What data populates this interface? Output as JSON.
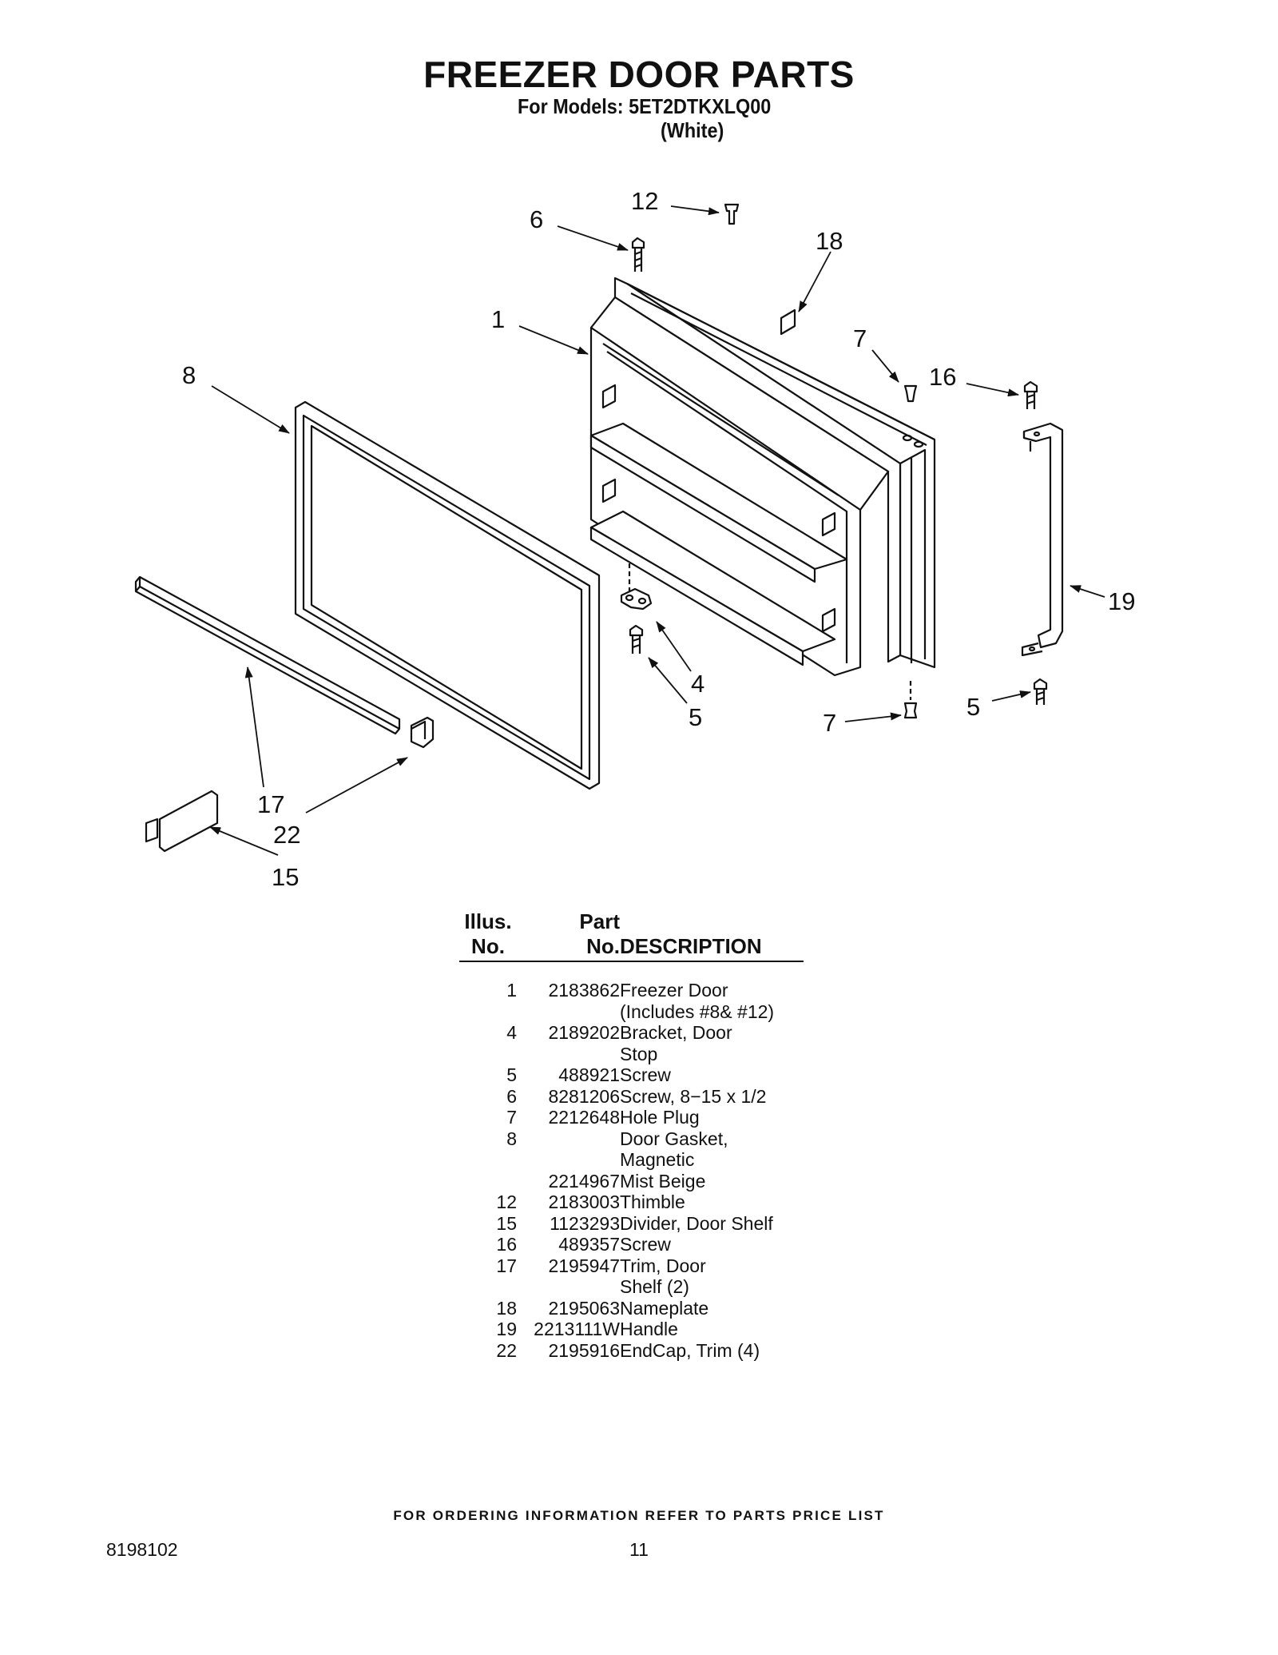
{
  "header": {
    "title": "FREEZER DOOR PARTS",
    "models_line": "For Models: 5ET2DTKXLQ00",
    "color_line": "(White)"
  },
  "diagram": {
    "callouts": [
      "12",
      "6",
      "18",
      "1",
      "7",
      "16",
      "8",
      "19",
      "4",
      "5",
      "7",
      "5",
      "17",
      "22",
      "15"
    ]
  },
  "table": {
    "headers": {
      "illus_top": "Illus.",
      "illus_bottom": "No.",
      "part_top": "Part",
      "part_bottom": "No.",
      "description": "DESCRIPTION"
    },
    "rows": [
      {
        "illus": "1",
        "part": "2183862",
        "desc": "Freezer Door"
      },
      {
        "illus": "",
        "part": "",
        "desc": "(Includes #8& #12)"
      },
      {
        "illus": "4",
        "part": "2189202",
        "desc": "Bracket, Door"
      },
      {
        "illus": "",
        "part": "",
        "desc": "Stop"
      },
      {
        "illus": "5",
        "part": "488921",
        "desc": "Screw"
      },
      {
        "illus": "6",
        "part": "8281206",
        "desc": "Screw, 8−15 x 1/2"
      },
      {
        "illus": "7",
        "part": "2212648",
        "desc": "Hole Plug"
      },
      {
        "illus": "8",
        "part": "",
        "desc": "Door Gasket,"
      },
      {
        "illus": "",
        "part": "",
        "desc": "Magnetic"
      },
      {
        "illus": "",
        "part": "2214967",
        "desc": "Mist Beige"
      },
      {
        "illus": "12",
        "part": "2183003",
        "desc": "Thimble"
      },
      {
        "illus": "15",
        "part": "1123293",
        "desc": "Divider, Door Shelf"
      },
      {
        "illus": "16",
        "part": "489357",
        "desc": "Screw"
      },
      {
        "illus": "17",
        "part": "2195947",
        "desc": "Trim, Door"
      },
      {
        "illus": "",
        "part": "",
        "desc": "Shelf (2)"
      },
      {
        "illus": "18",
        "part": "2195063",
        "desc": "Nameplate"
      },
      {
        "illus": "19",
        "part": "2213111W",
        "desc": "Handle"
      },
      {
        "illus": "22",
        "part": "2195916",
        "desc": "EndCap, Trim (4)"
      }
    ]
  },
  "footer": {
    "ordering_note": "FOR ORDERING INFORMATION REFER TO PARTS PRICE LIST",
    "doc_number": "8198102",
    "page_number": "11"
  }
}
